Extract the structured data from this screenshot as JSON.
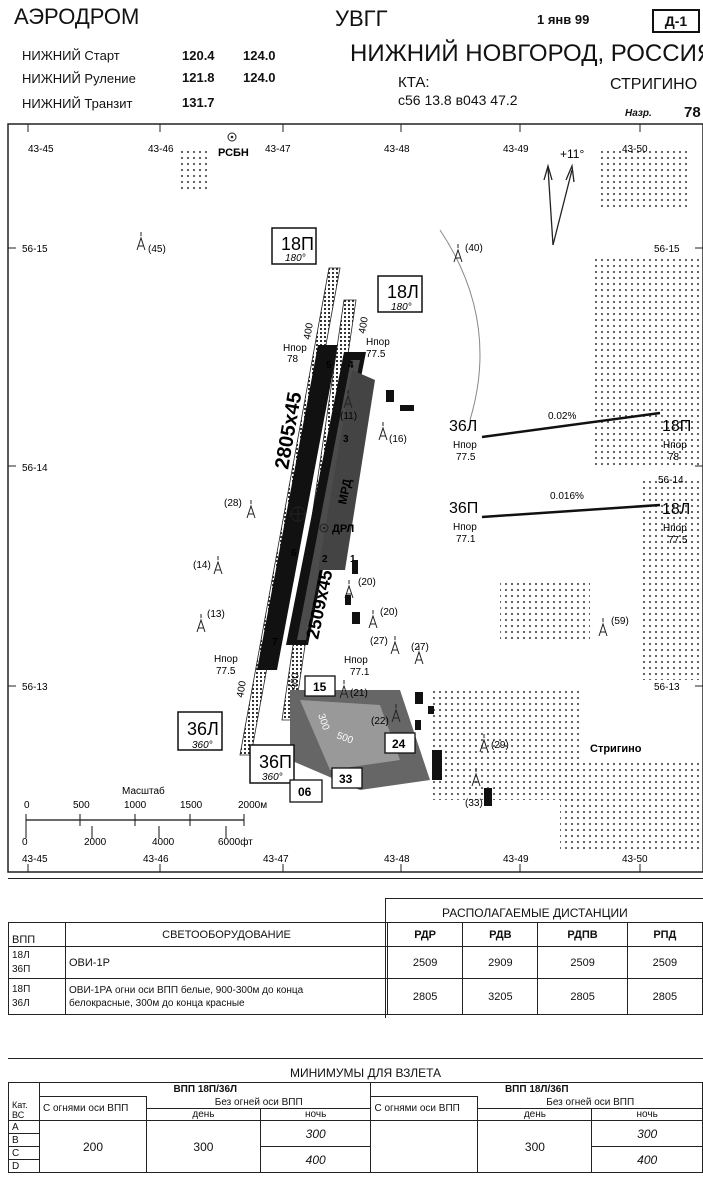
{
  "header": {
    "type": "АЭРОДРОМ",
    "icao": "УВГГ",
    "date": "1 янв 99",
    "page_code": "Д-1",
    "city": "НИЖНИЙ НОВГОРОД, РОССИЯ",
    "airport": "СТРИГИНО",
    "elev_label": "Нaзр.",
    "elev_value": "78",
    "kta_label": "КТА:",
    "kta_coords": "с56 13.8 в043 47.2"
  },
  "frequencies": [
    {
      "name": "НИЖНИЙ Старт",
      "f1": "120.4",
      "f2": "124.0"
    },
    {
      "name": "НИЖНИЙ Руление",
      "f1": "121.8",
      "f2": "124.0"
    },
    {
      "name": "НИЖНИЙ Транзит",
      "f1": "131.7",
      "f2": ""
    }
  ],
  "map": {
    "lon_ticks": [
      "43-45",
      "43-46",
      "43-47",
      "43-48",
      "43-49",
      "43-50"
    ],
    "lat_ticks": [
      "56-15",
      "56-14",
      "56-13"
    ],
    "rsbn": "РСБН",
    "variation": "+11°",
    "rwy_labels": {
      "r18p": "18П",
      "r18p_hdg": "180°",
      "r18l": "18Л",
      "r18l_hdg": "180°",
      "r36l": "36Л",
      "r36l_hdg": "360°",
      "r36p": "36П",
      "r36p_hdg": "360°"
    },
    "rwy_main": "2805x45",
    "rwy_second": "2509x45",
    "mrd": "МРД",
    "drl": "ДРЛ",
    "thresholds": [
      {
        "label": "Нпор",
        "val": "78"
      },
      {
        "label": "Нпор",
        "val": "77.5"
      },
      {
        "label": "Нпор",
        "val": "77.5"
      },
      {
        "label": "Нпор",
        "val": "77.1"
      }
    ],
    "taxiways": [
      "1",
      "2",
      "3",
      "4",
      "5",
      "6",
      "7"
    ],
    "stands": [
      "15",
      "24",
      "33",
      "06"
    ],
    "lengths": [
      "400",
      "400",
      "400",
      "400",
      "500",
      "300"
    ],
    "obstacles": [
      "(45)",
      "(40)",
      "(16)",
      "(11)",
      "(28)",
      "(14)",
      "(13)",
      "(20)",
      "(20)",
      "(27)",
      "(27)",
      "(21)",
      "(22)",
      "(29)",
      "(33)",
      "(59)"
    ],
    "village": "Стригино",
    "scale_title": "Масштаб",
    "scale_m": [
      "0",
      "500",
      "1000",
      "1500",
      "2000м"
    ],
    "scale_ft": [
      "0",
      "2000",
      "4000",
      "6000фт"
    ]
  },
  "profiles": [
    {
      "left": "36Л",
      "left_h": "77.5",
      "slope": "0.02%",
      "right": "18П",
      "right_h": "78"
    },
    {
      "left": "36П",
      "left_h": "77.1",
      "slope": "0.016%",
      "right": "18Л",
      "right_h": "77.5"
    }
  ],
  "lighting_table": {
    "col_vpp": "ВПП",
    "col_light": "СВЕТООБОРУДОВАНИЕ",
    "dist_title": "РАСПОЛАГАЕМЫЕ ДИСТАНЦИИ",
    "dist_cols": [
      "РДР",
      "РДВ",
      "РДПВ",
      "РПД"
    ],
    "rows": [
      {
        "rwys": [
          "18Л",
          "36П"
        ],
        "light": "ОВИ-1Р",
        "light2": "",
        "vals": [
          "2509",
          "2909",
          "2509",
          "2509"
        ]
      },
      {
        "rwys": [
          "18П",
          "36Л"
        ],
        "light": "ОВИ-1РА огни оси ВПП белые, 900-300м до конца",
        "light2": "белокрасные, 300м до конца красные",
        "vals": [
          "2805",
          "3205",
          "2805",
          "2805"
        ]
      }
    ]
  },
  "minima": {
    "title": "МИНИМУМЫ ДЛЯ ВЗЛЕТА",
    "kat": "Кат.",
    "kat2": "ВС",
    "rwy_a": "ВПП 18П/36Л",
    "rwy_b": "ВПП 18Л/36П",
    "with_lights": "С огнями оси ВПП",
    "without": "Без огней оси ВПП",
    "day": "день",
    "night": "ночь",
    "cats": [
      "A",
      "B",
      "C",
      "D"
    ],
    "a_with": "200",
    "a_day": "300",
    "a_night_ab": "300",
    "a_night_cd": "400",
    "b_day": "300",
    "b_night_ab": "300",
    "b_night_cd": "400"
  }
}
